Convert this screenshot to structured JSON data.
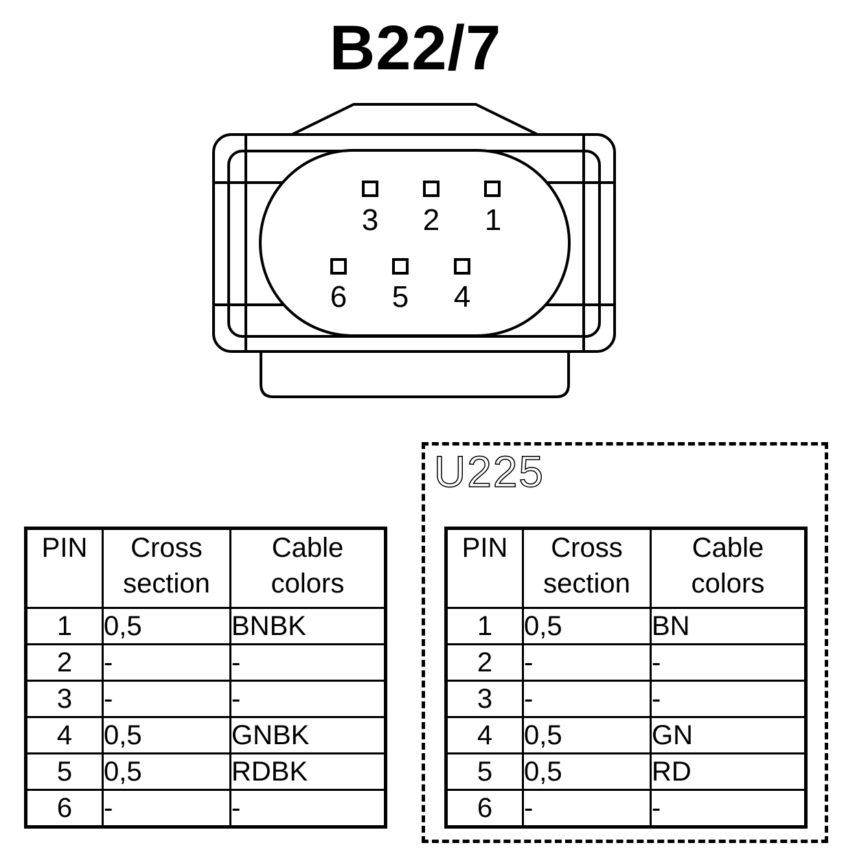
{
  "title": "B22/7",
  "connector": {
    "pins": [
      {
        "number": "1"
      },
      {
        "number": "2"
      },
      {
        "number": "3"
      },
      {
        "number": "4"
      },
      {
        "number": "5"
      },
      {
        "number": "6"
      }
    ]
  },
  "variant_label": "U225",
  "tables": [
    {
      "headers": {
        "pin": "PIN",
        "cross_1": "Cross",
        "cross_2": "section",
        "colors_1": "Cable",
        "colors_2": "colors"
      },
      "rows": [
        {
          "pin": "1",
          "cross": "0,5",
          "color": "BNBK"
        },
        {
          "pin": "2",
          "cross": "-",
          "color": "-"
        },
        {
          "pin": "3",
          "cross": "-",
          "color": "-"
        },
        {
          "pin": "4",
          "cross": "0,5",
          "color": "GNBK"
        },
        {
          "pin": "5",
          "cross": "0,5",
          "color": "RDBK"
        },
        {
          "pin": "6",
          "cross": "-",
          "color": "-"
        }
      ]
    },
    {
      "headers": {
        "pin": "PIN",
        "cross_1": "Cross",
        "cross_2": "section",
        "colors_1": "Cable",
        "colors_2": "colors"
      },
      "rows": [
        {
          "pin": "1",
          "cross": "0,5",
          "color": "BN"
        },
        {
          "pin": "2",
          "cross": "-",
          "color": "-"
        },
        {
          "pin": "3",
          "cross": "-",
          "color": "-"
        },
        {
          "pin": "4",
          "cross": "0,5",
          "color": "GN"
        },
        {
          "pin": "5",
          "cross": "0,5",
          "color": "RD"
        },
        {
          "pin": "6",
          "cross": "-",
          "color": "-"
        }
      ]
    }
  ]
}
